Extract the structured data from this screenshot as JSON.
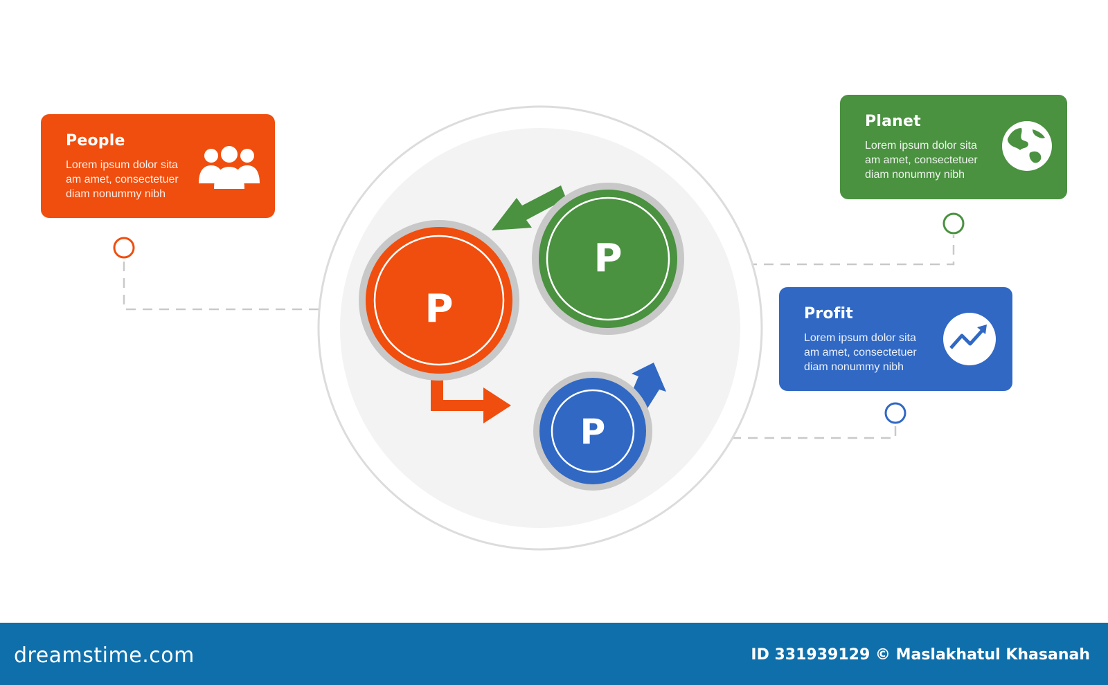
{
  "cards": {
    "people": {
      "title": "People",
      "body": "Lorem ipsum dolor sita am amet, consectetuer diam nonummy  nibh",
      "color": "#f04e0e",
      "icon": "people-icon"
    },
    "planet": {
      "title": "Planet",
      "body": "Lorem ipsum dolor sita am amet, consectetuer diam nonummy  nibh",
      "color": "#4a9140",
      "icon": "globe-icon"
    },
    "profit": {
      "title": "Profit",
      "body": "Lorem ipsum dolor sita am amet, consectetuer diam nonummy  nibh",
      "color": "#3068c4",
      "icon": "growth-chart-icon"
    }
  },
  "cycle": {
    "people_letter": "P",
    "planet_letter": "P",
    "profit_letter": "P"
  },
  "footer": {
    "brand": "dreamstime.com",
    "credit": "ID 331939129 © Maslakhatul Khasanah",
    "background": "#0f6fab"
  }
}
